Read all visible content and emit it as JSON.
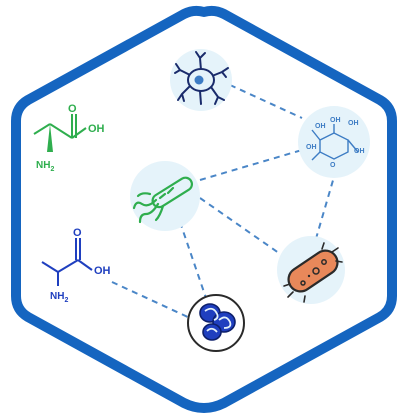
{
  "colors": {
    "hexagon_border": "#1565c0",
    "connector": "#4a86c7",
    "node_fill": "#e5f3fa",
    "green": "#2fae4e",
    "blue": "#1f3fbf",
    "navy": "#1a2b6b",
    "glucose": "#3d7cc4",
    "bacterium": "#e8885a"
  },
  "nodes": [
    {
      "id": "neuron",
      "icon": "neuron-icon"
    },
    {
      "id": "glucose",
      "icon": "glucose-molecule-icon"
    },
    {
      "id": "green-bacterium",
      "icon": "flagellated-bacterium-icon"
    },
    {
      "id": "orange-bacterium",
      "icon": "bacterium-icon"
    },
    {
      "id": "mitochondria",
      "icon": "mitochondria-icon"
    }
  ],
  "molecules": {
    "l_alanine": {
      "oh": "OH",
      "o": "O",
      "nh2": "NH",
      "sub2": "2"
    },
    "alanine": {
      "oh": "OH",
      "o": "O",
      "nh2": "NH",
      "sub2": "2"
    },
    "glucose": {
      "oh": "OH",
      "o": "O"
    }
  },
  "edges": [
    {
      "from": "neuron",
      "to": "glucose"
    },
    {
      "from": "green-bacterium",
      "to": "glucose"
    },
    {
      "from": "glucose",
      "to": "orange-bacterium"
    },
    {
      "from": "green-bacterium",
      "to": "orange-bacterium"
    },
    {
      "from": "green-bacterium",
      "to": "mitochondria"
    },
    {
      "from": "alanine",
      "to": "mitochondria"
    }
  ]
}
